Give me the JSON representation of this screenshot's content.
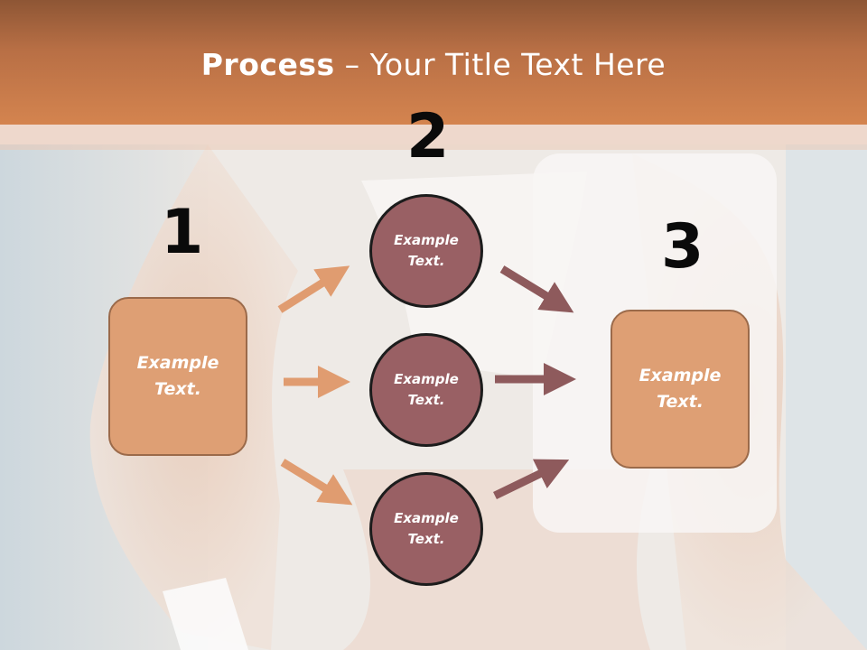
{
  "slide": {
    "title_bold": "Process",
    "title_dash": " – ",
    "title_rest": "Your Title Text Here"
  },
  "steps": {
    "step1": {
      "number": "1",
      "text": "Example Text."
    },
    "step2": {
      "number": "2"
    },
    "step3": {
      "number": "3",
      "text": "Example Text."
    }
  },
  "circles": [
    {
      "text": "Example Text."
    },
    {
      "text": "Example Text."
    },
    {
      "text": "Example Text."
    }
  ],
  "colors": {
    "header": "#c97b4c",
    "box_fill": "#de9f74",
    "circle_fill": "#996064",
    "arrow_left": "#e09c70",
    "arrow_right": "#8e5a5c"
  }
}
